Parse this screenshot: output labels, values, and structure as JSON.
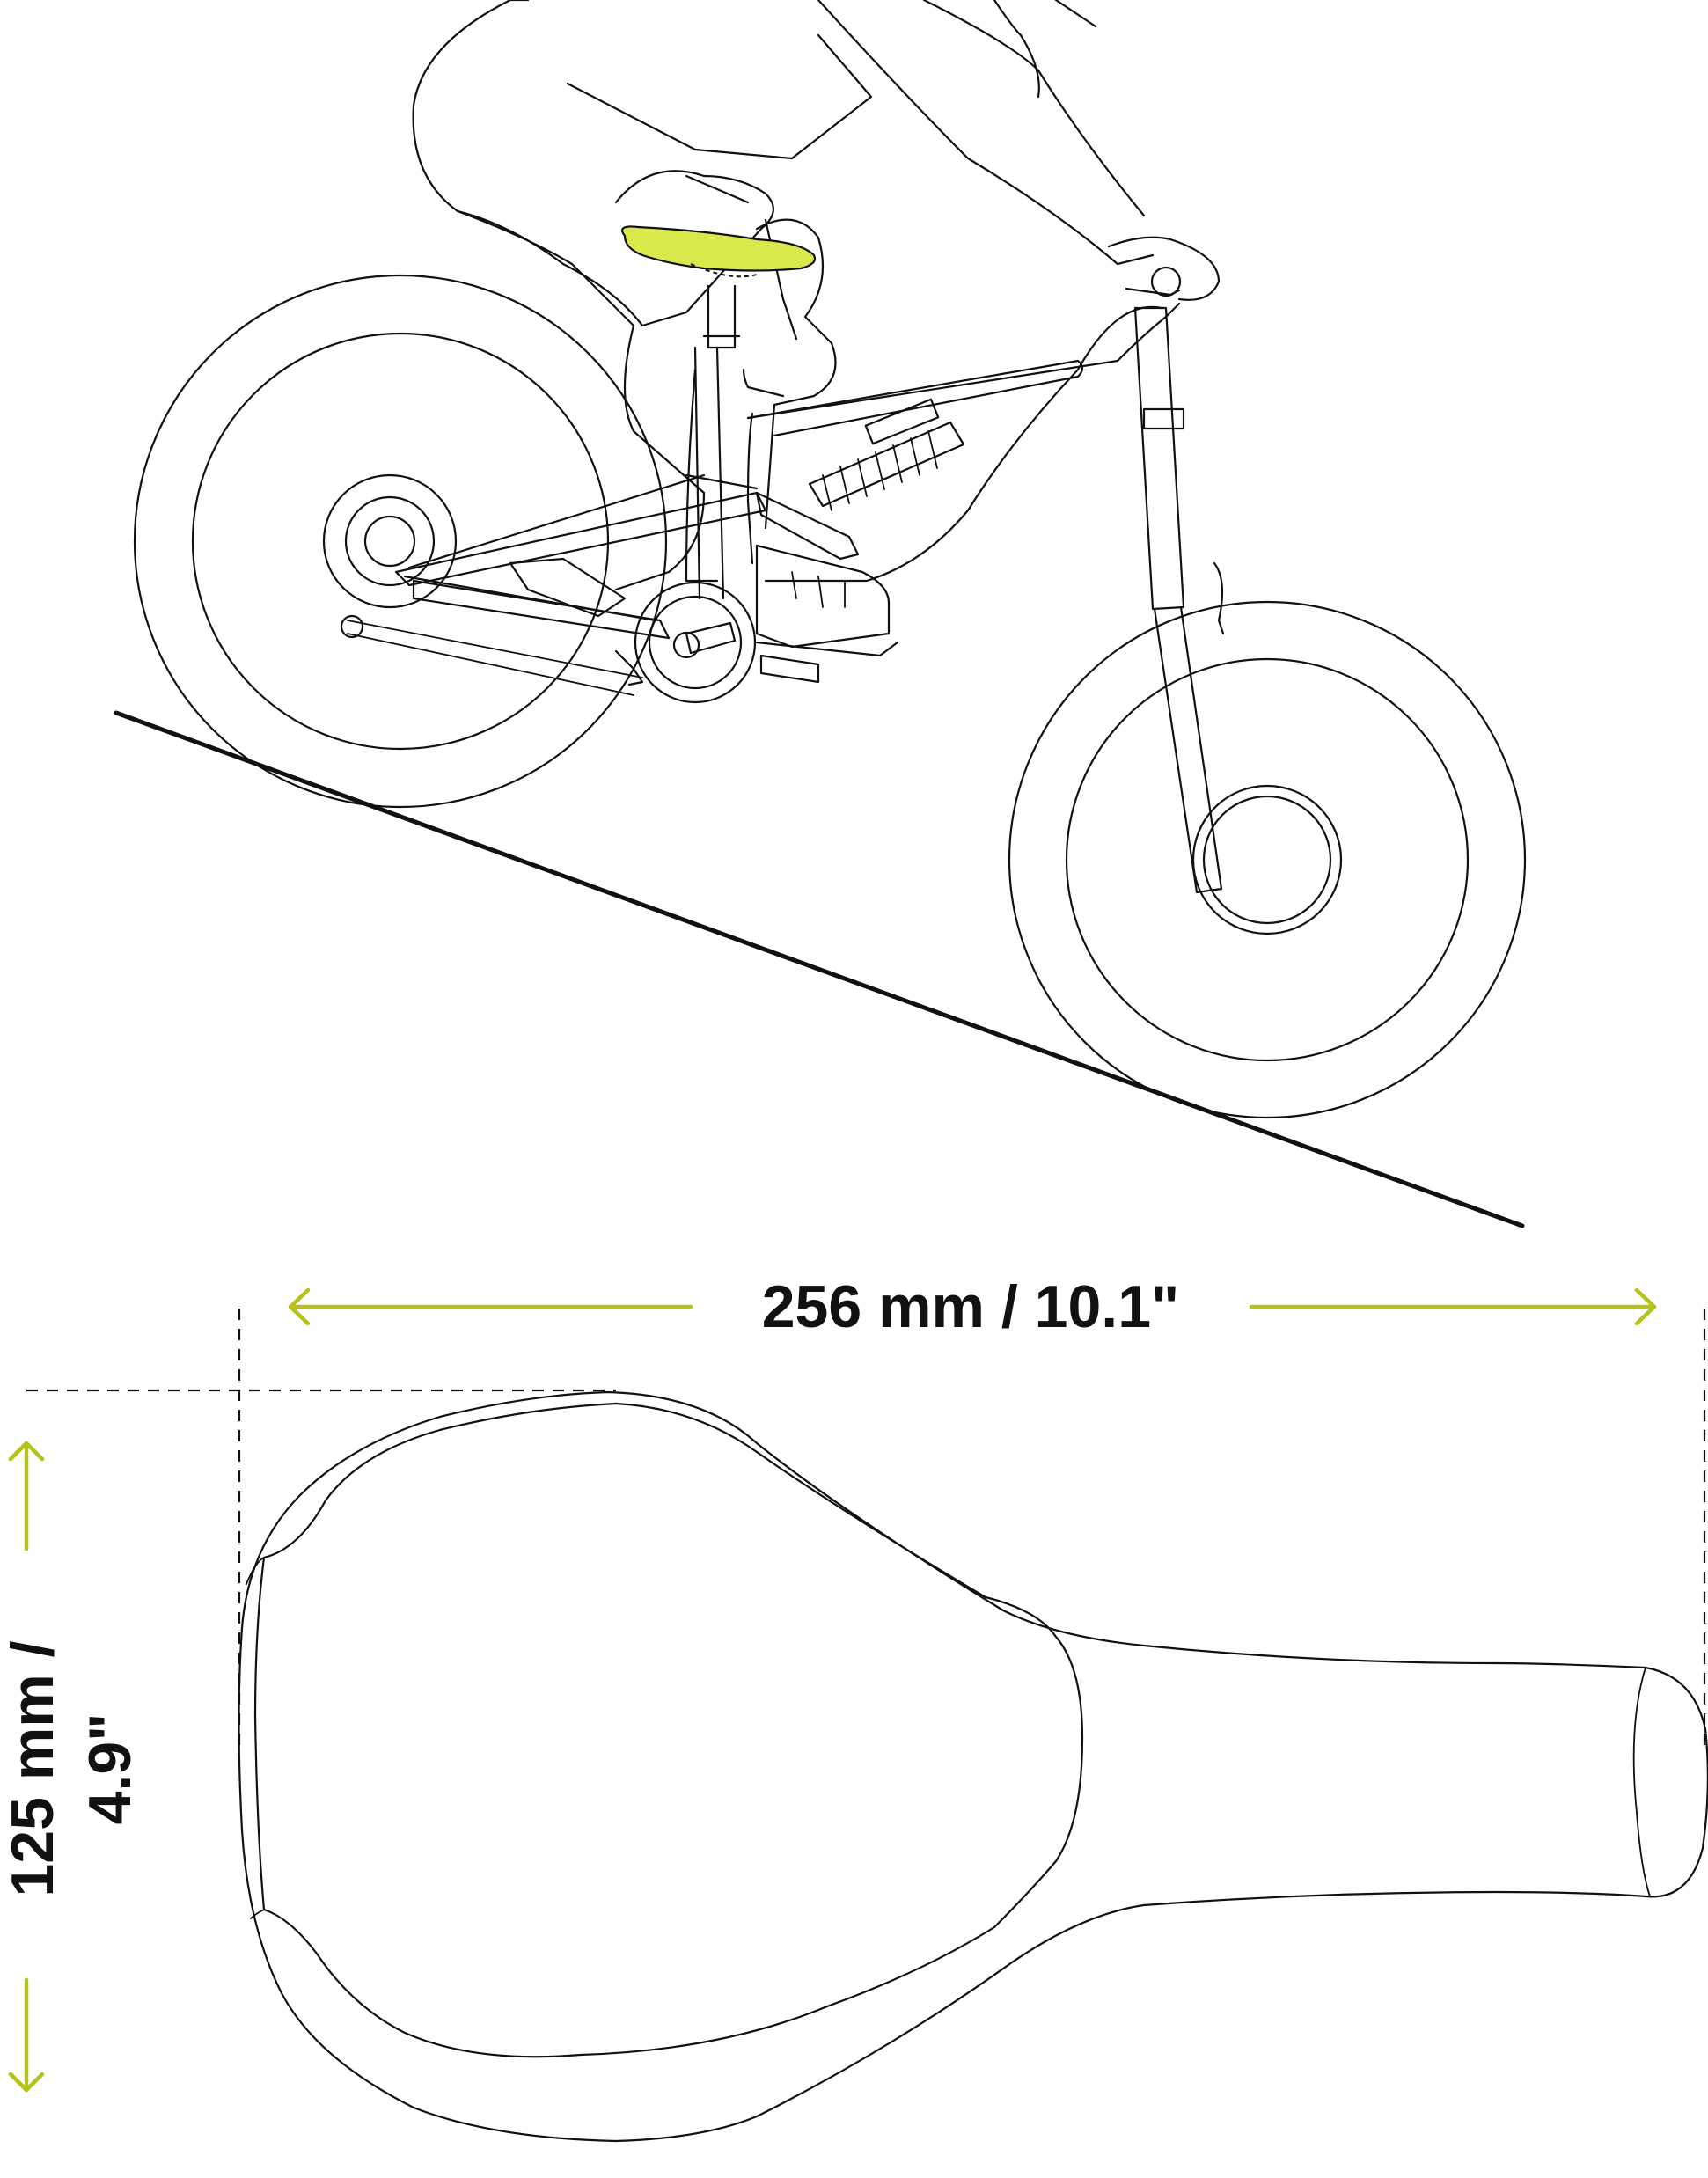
{
  "dimensions": {
    "length_label": "256 mm / 10.1\"",
    "width_label_line1": "125 mm /",
    "width_label_line2": "4.9\""
  },
  "colors": {
    "accent": "#b5c21c",
    "saddle_highlight": "#d9e84a",
    "line": "#111111",
    "background": "#ffffff"
  }
}
